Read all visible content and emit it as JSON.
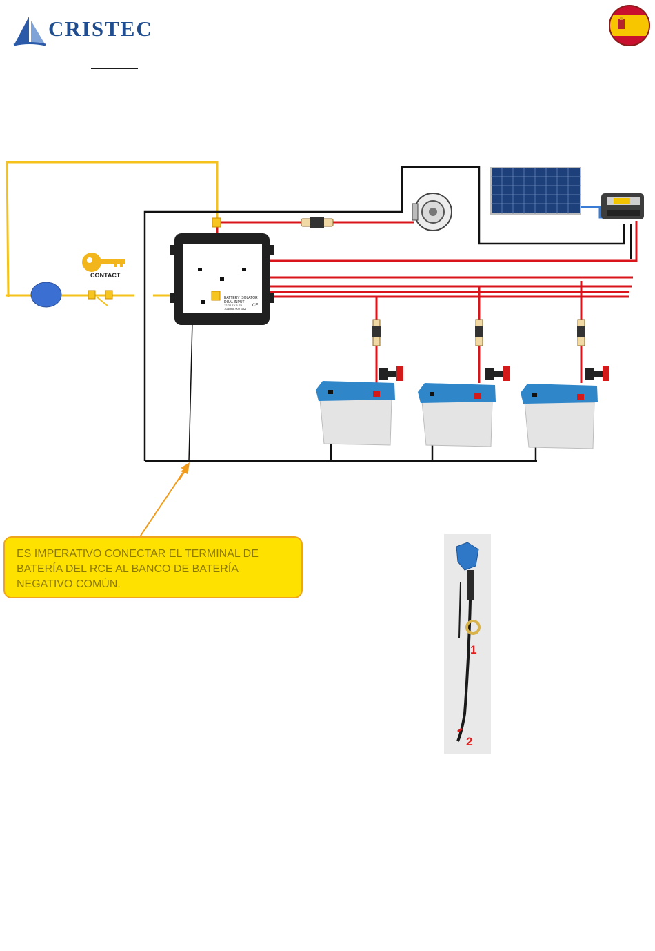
{
  "header": {
    "brand": "CRISTEC",
    "logo_icon": "sailboat-icon",
    "flag_icon": "spain-flag-icon"
  },
  "diagram": {
    "key_label": "CONTACT",
    "isolator_label_line1": "BATTERY ISOLATOR",
    "isolator_label_line2": "DUAL INPUT",
    "isolator_label_line3": "12-24 1V 3 SV",
    "isolator_label_line4": "70A/80A 90V 3AA",
    "isolator_ce": "CE",
    "colors": {
      "positive_wire": "#d9141b",
      "negative_wire": "#111111",
      "ignition_wire": "#f5c21b",
      "battery_lid": "#2f86c9",
      "terminal": "#f7c51f"
    }
  },
  "warning": {
    "text": "ES IMPERATIVO CONECTAR EL TERMINAL DE BATERÍA DEL RCE AL BANCO DE BATERÍA NEGATIVO COMÚN."
  },
  "photo": {
    "label_1": "1",
    "label_2": "2"
  }
}
